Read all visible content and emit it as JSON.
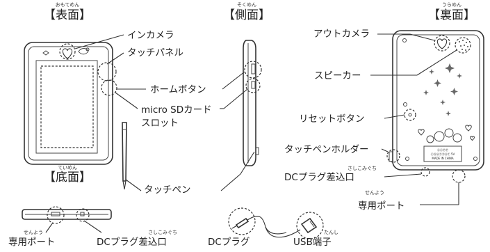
{
  "headings": {
    "front": {
      "ruby": "おもてめん",
      "label": "【表面】"
    },
    "side": {
      "ruby": "そくめん",
      "label": "【側面】"
    },
    "back": {
      "ruby": "うらめん",
      "label": "【裏面】"
    },
    "bottom": {
      "ruby": "ていめん",
      "label": "【底面】"
    }
  },
  "labels": {
    "front_camera": "インカメラ",
    "touch_panel": "タッチパネル",
    "home_button": "ホームボタン",
    "microsd_slot_line1": "micro SDカード",
    "microsd_slot_line2": "スロット",
    "touch_pen": "タッチペン",
    "rear_camera": "アウトカメラ",
    "speaker": "スピーカー",
    "reset_button": "リセットボタン",
    "pen_holder": "タッチペンホルダー",
    "dc_inlet_back": "DCプラグ差込口",
    "dc_inlet_back_ruby": "さしこみぐち",
    "dedicated_port_back": "専用ポート",
    "dedicated_port_back_ruby": "せんよう",
    "dedicated_port_bottom": "専用ポート",
    "dedicated_port_bottom_ruby": "せんよう",
    "dc_inlet_bottom": "DCプラグ差込口",
    "dc_inlet_bottom_ruby": "さしこみぐち",
    "dc_plug": "DCプラグ",
    "usb_terminal": "USB端子",
    "usb_terminal_ruby": "たんし"
  },
  "back_plate": {
    "line1": "ⒸⒸⓅⓅ",
    "line2": "ⒸⓄⓊⓉⓅⓊⓉ 5V",
    "line3": "MADE IN CHINA"
  }
}
